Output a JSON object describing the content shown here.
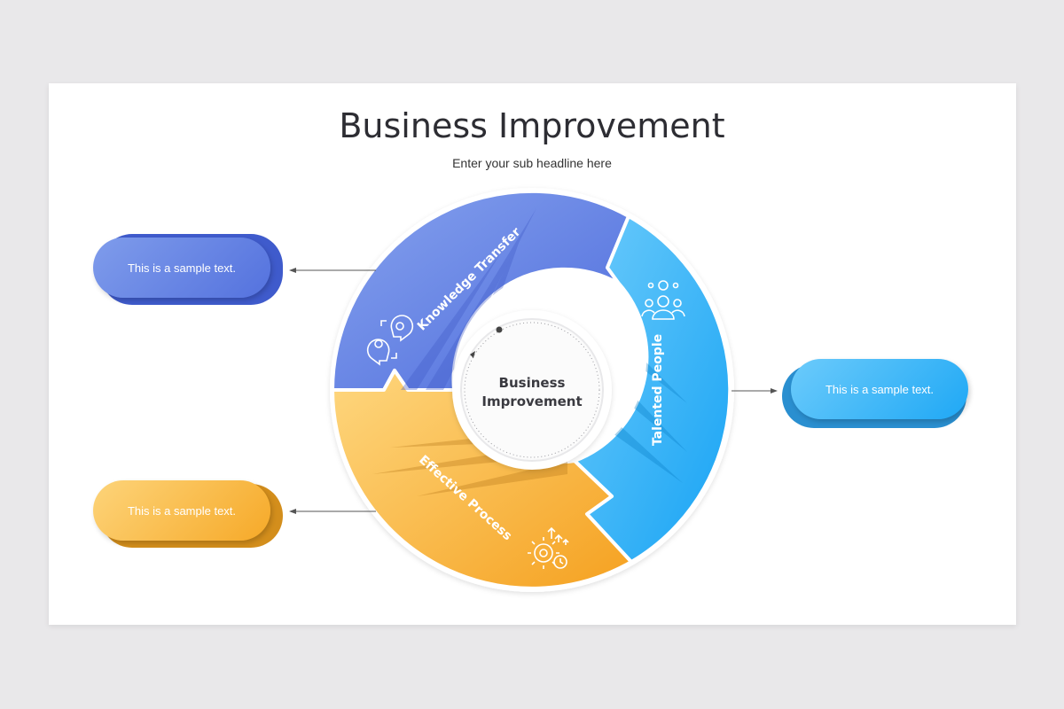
{
  "title": "Business Improvement",
  "subtitle": "Enter your sub headline here",
  "center": {
    "line1": "Business",
    "line2": "Improvement"
  },
  "segments": {
    "knowledge": {
      "label": "Knowledge Transfer",
      "icon": "knowledge-transfer-icon",
      "color_start": "#7f9ceb",
      "color_end": "#4f6edd"
    },
    "talented": {
      "label": "Talented People",
      "icon": "team-icon",
      "color_start": "#66c8fb",
      "color_end": "#1aa6f5"
    },
    "effective": {
      "label": "Effective Process",
      "icon": "process-gear-icon",
      "color_start": "#fdd47a",
      "color_end": "#f6a524"
    }
  },
  "callouts": {
    "left_top": "This is a sample text.",
    "right": "This is a sample text.",
    "left_bottom": "This is a sample text."
  }
}
